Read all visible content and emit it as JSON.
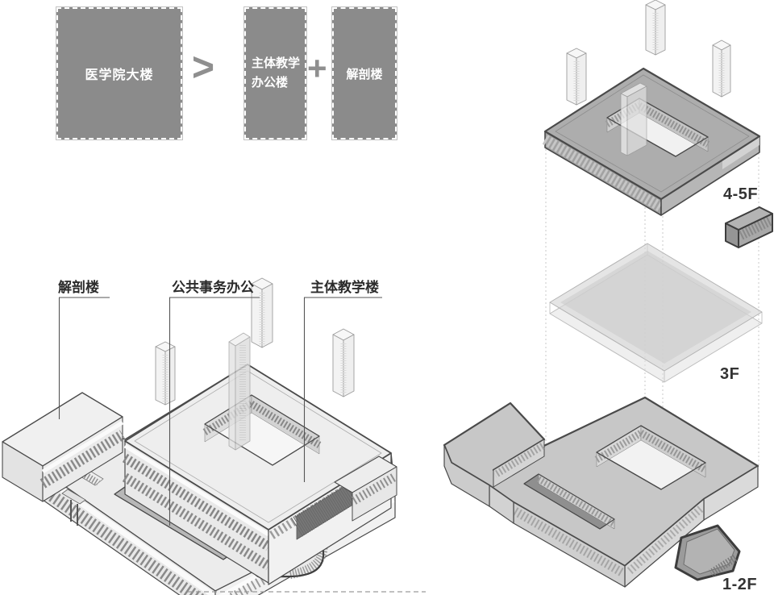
{
  "concept": {
    "box_large_label": "医学院大楼",
    "operator_greater": ">",
    "box_mid_label_line1": "主体教学",
    "box_mid_label_line2": "办公楼",
    "operator_plus": "+",
    "box_small_label": "解剖楼"
  },
  "axon": {
    "label_anatomy": "解剖楼",
    "label_public_affairs": "公共事务办公",
    "label_main_teaching": "主体教学楼"
  },
  "floors": {
    "upper": "4-5F",
    "middle": "3F",
    "lower": "1-2F"
  },
  "colors": {
    "concept_box_fill": "#8B8B8B",
    "concept_box_border": "#FFFFFF",
    "concept_text": "#FFFFFF",
    "operator_gray": "#8F8F8F",
    "line_dark": "#4A4A4A",
    "roof_light": "#EDEDED",
    "slab_upper_fill": "#ADADAD",
    "slab_lower_fill": "#C7C7C7",
    "glass_slab_fill": "#D8D8D8",
    "label_text": "#2E2E2E",
    "background": "#FFFFFF"
  }
}
